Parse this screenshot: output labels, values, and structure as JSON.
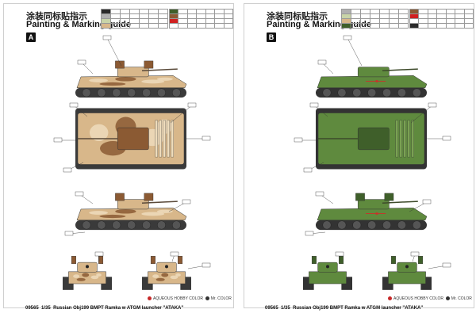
{
  "sheets": [
    {
      "id": "A",
      "title_cn": "涂装同标贴指示",
      "title_en": "Painting & Marking guide",
      "badge": "A",
      "scheme": "desert",
      "colors": {
        "base": "#d8b78a",
        "dark": "#8b5a33",
        "light": "#eedcbc",
        "track": "#3a3a3a",
        "barrel": "#5a4a3a"
      }
    },
    {
      "id": "B",
      "title_cn": "涂装同标贴指示",
      "title_en": "Painting & Marking guide",
      "badge": "B",
      "scheme": "green",
      "colors": {
        "base": "#5f8a3e",
        "dark": "#3f5f2a",
        "light": "#7aa153",
        "track": "#333333",
        "barrel": "#3d4a2a"
      }
    }
  ],
  "swatches": [
    "#2a2a2a",
    "#b0b0b0",
    "#c8d4a8",
    "#d8b78a",
    "#3f5f2a",
    "#8b5a33",
    "#d02020",
    "#ffffff"
  ],
  "legend": {
    "aqueous": "AQUEOUS HOBBY COLOR",
    "mr_color": "Mr. COLOR",
    "aqueous_color": "#c62828",
    "mr_color_color": "#333333"
  },
  "footer": {
    "code": "09565",
    "scale": "1/35",
    "name": "Russian Obj199 BMPT Ramka w ATGM launcher \"ATAKA\""
  }
}
